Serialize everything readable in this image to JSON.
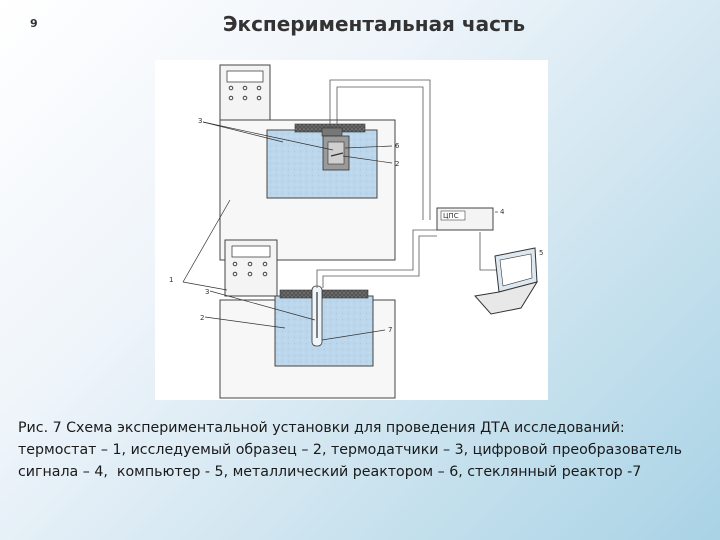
{
  "slide": {
    "number": "9",
    "title": "Экспериментальная часть"
  },
  "figure": {
    "labels": {
      "l1": "1",
      "l2a": "2",
      "l2b": "2",
      "l3a": "3",
      "l3b": "3",
      "l4": "4",
      "l5": "5",
      "l6": "6",
      "l7": "7",
      "device": "ЦПС"
    }
  },
  "caption": {
    "line1": "Рис. 7 Схема экспериментальной установки для проведения ДТА исследований:",
    "line2": "термостат – 1, исследуемый образец – 2, термодатчики – 3, цифровой преобразователь",
    "line3": "сигнала – 4,  компьютер - 5, металлический реактором – 6, стеклянный реактор -7"
  }
}
